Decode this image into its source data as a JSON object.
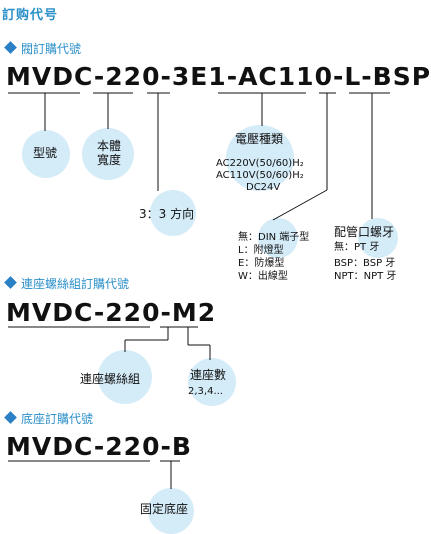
{
  "page_title": "訂购代号",
  "sections": [
    {
      "title": "閥訂購代號",
      "code": "MVDC-220-3E1-AC110-L-BSP",
      "labels": {
        "body_type": "型號",
        "body_width": "本體寬度",
        "direction": "3：3 方向",
        "voltage_title": "電壓種類",
        "voltage_options": [
          "AC220V(50/60)H₂",
          "AC110V(50/60)H₂",
          "DC24V"
        ],
        "connector_options": [
          "無：DIN 端子型",
          "L：附燈型",
          "E：防爆型",
          "W：出線型"
        ],
        "thread_title": "配管口螺牙",
        "thread_options": [
          "無：PT 牙",
          "BSP：BSP 牙",
          "NPT：NPT 牙"
        ]
      }
    },
    {
      "title": "連座螺絲組訂購代號",
      "code": "MVDC-220-M2",
      "labels": {
        "screw_set": "連座螺絲組",
        "count_title": "連座數",
        "count_values": "2,3,4..."
      }
    },
    {
      "title": "底座訂購代號",
      "code": "MVDC-220-B",
      "labels": {
        "fixed_base": "固定底座"
      }
    }
  ],
  "colors": {
    "accent": "#2a8fc8",
    "bubble": "#d4ebf8",
    "diamond": "#2b7fc4"
  }
}
